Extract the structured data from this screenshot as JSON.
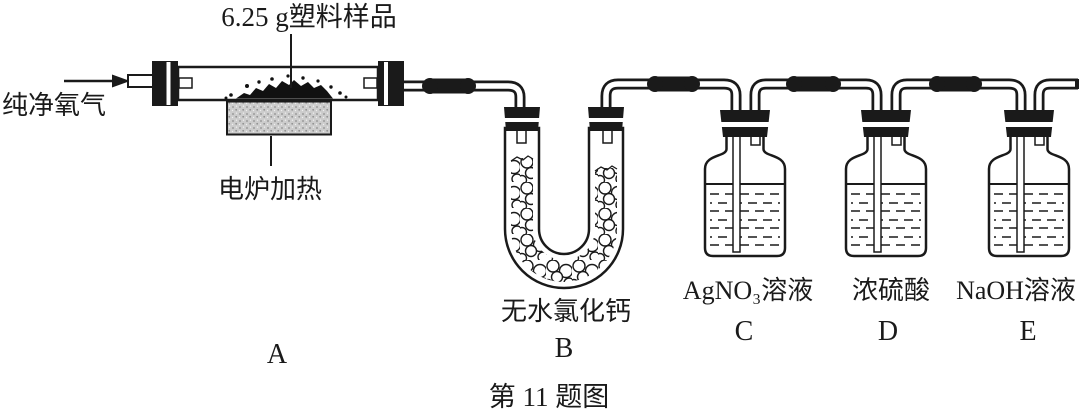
{
  "figure": {
    "caption": "第 11 题图",
    "colors": {
      "ink": "#1a1a1a",
      "furnace_fill": "#cccccc",
      "background": "#ffffff"
    },
    "apparatus": {
      "a": {
        "letter": "A",
        "sample_label": "6.25 g塑料样品",
        "gas_inlet_label": "纯净氧气",
        "heater_label": "电炉加热"
      },
      "b": {
        "letter": "B",
        "content_label": "无水氯化钙"
      },
      "c": {
        "letter": "C",
        "content_label": "AgNO₃溶液"
      },
      "d": {
        "letter": "D",
        "content_label": "浓硫酸"
      },
      "e": {
        "letter": "E",
        "content_label": "NaOH溶液"
      }
    }
  }
}
